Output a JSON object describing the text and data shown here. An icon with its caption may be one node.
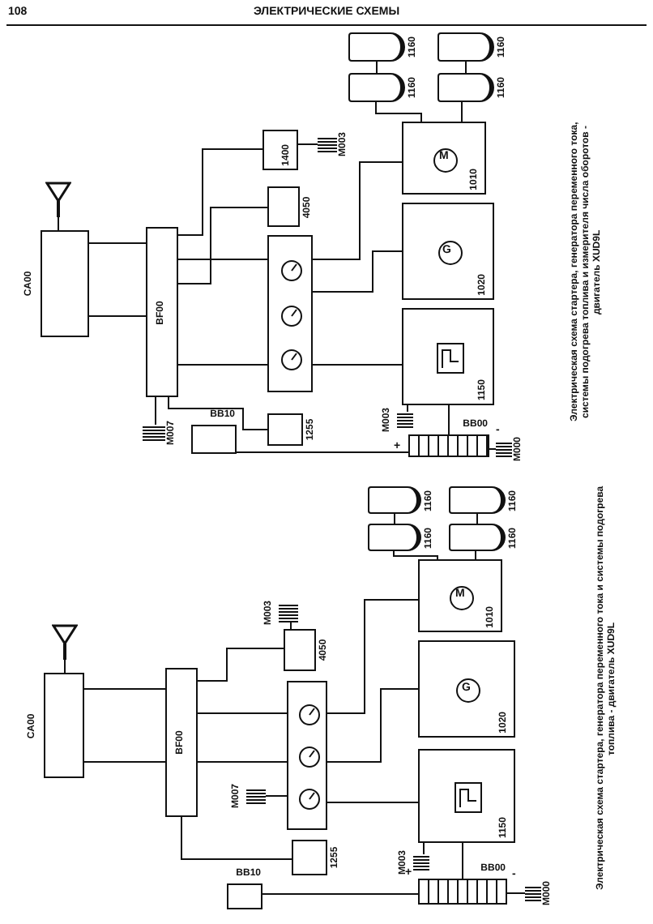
{
  "diagram": {
    "title": "ЭЛЕКТРИЧЕСКИЕ СХЕМЫ",
    "nodes": [
      {
        "text": [
          "CA00"
        ]
      },
      {
        "text": [],
        "shape": "antenna"
      },
      {
        "text": [
          "BF00"
        ]
      },
      {
        "text": [
          "1400"
        ]
      },
      {
        "text": [
          "4050"
        ]
      },
      {
        "text": [],
        "shape": "box"
      },
      {
        "text": [
          "M007"
        ]
      },
      {
        "text": [
          "BB10"
        ]
      },
      {
        "text": [
          "1255"
        ]
      },
      {
        "text": [
          "M003"
        ]
      },
      {
        "text": [
          "1010"
        ]
      },
      {
        "text": [
          "1020"
        ]
      },
      {
        "text": [
          "1150"
        ]
      },
      {
        "text": [
          "M003"
        ]
      },
      {
        "text": [
          "BB00"
        ]
      },
      {
        "text": [
          "M000"
        ]
      },
      {
        "text": [
          "1160"
        ]
      },
      {
        "text": [
          "1160"
        ]
      },
      {
        "text": [
          "1160"
        ]
      },
      {
        "text": [
          "1160"
        ]
      },
      {
        "text": [
          "CA00"
        ]
      },
      {
        "text": [],
        "shape": "antenna"
      },
      {
        "text": [
          "BF00"
        ]
      },
      {
        "text": [
          "M003"
        ]
      },
      {
        "text": [
          "4050"
        ]
      },
      {
        "text": [],
        "shape": "box"
      },
      {
        "text": [
          "M007"
        ]
      },
      {
        "text": [
          "1255"
        ]
      },
      {
        "text": [
          "BB10"
        ]
      },
      {
        "text": [
          "1010"
        ]
      },
      {
        "text": [
          "1020"
        ]
      },
      {
        "text": [
          "1150"
        ]
      },
      {
        "text": [
          "M003"
        ]
      },
      {
        "text": [
          "BB00"
        ]
      },
      {
        "text": [
          "M000"
        ]
      },
      {
        "text": [
          "1160"
        ]
      },
      {
        "text": [
          "1160"
        ]
      },
      {
        "text": [
          "1160"
        ]
      },
      {
        "text": [
          "1160"
        ]
      }
    ],
    "edges": [
      {
        "from": 1,
        "to": 0,
        "arrow": "none"
      },
      {
        "from": 0,
        "to": 2,
        "arrow": "none"
      },
      {
        "from": 0,
        "to": 2,
        "arrow": "none"
      },
      {
        "from": 2,
        "to": 5,
        "arrow": "none"
      },
      {
        "from": 2,
        "to": 5,
        "arrow": "none"
      },
      {
        "from": 2,
        "to": 4,
        "arrow": "none"
      },
      {
        "from": 2,
        "to": 3,
        "arrow": "none"
      },
      {
        "from": 6,
        "to": 2,
        "arrow": "none"
      },
      {
        "from": 2,
        "to": 8,
        "arrow": "none"
      },
      {
        "from": 7,
        "to": 14,
        "arrow": "none"
      },
      {
        "from": 3,
        "to": 9,
        "arrow": "none"
      },
      {
        "from": 5,
        "to": 10,
        "arrow": "none"
      },
      {
        "from": 5,
        "to": 11,
        "arrow": "none"
      },
      {
        "from": 5,
        "to": 12,
        "arrow": "none"
      },
      {
        "from": 12,
        "to": 13,
        "arrow": "none"
      },
      {
        "from": 14,
        "to": 15,
        "arrow": "none"
      },
      {
        "from": 14,
        "to": 12,
        "arrow": "none"
      },
      {
        "from": 16,
        "to": 18,
        "arrow": "none"
      },
      {
        "from": 17,
        "to": 19,
        "arrow": "none"
      },
      {
        "from": 18,
        "to": 10,
        "arrow": "none"
      },
      {
        "from": 19,
        "to": 10,
        "arrow": "none"
      },
      {
        "from": 21,
        "to": 20,
        "arrow": "none"
      },
      {
        "from": 20,
        "to": 22,
        "arrow": "none"
      },
      {
        "from": 20,
        "to": 22,
        "arrow": "none"
      },
      {
        "from": 22,
        "to": 25,
        "arrow": "none"
      },
      {
        "from": 22,
        "to": 25,
        "arrow": "none"
      },
      {
        "from": 22,
        "to": 24,
        "arrow": "none"
      },
      {
        "from": 23,
        "to": 24,
        "arrow": "none"
      },
      {
        "from": 26,
        "to": 25,
        "arrow": "none"
      },
      {
        "from": 22,
        "to": 27,
        "arrow": "none"
      },
      {
        "from": 28,
        "to": 33,
        "arrow": "none"
      },
      {
        "from": 25,
        "to": 29,
        "arrow": "none"
      },
      {
        "from": 25,
        "to": 30,
        "arrow": "none"
      },
      {
        "from": 25,
        "to": 31,
        "arrow": "none"
      },
      {
        "from": 31,
        "to": 32,
        "arrow": "none"
      },
      {
        "from": 33,
        "to": 34,
        "arrow": "none"
      },
      {
        "from": 33,
        "to": 31,
        "arrow": "none"
      },
      {
        "from": 35,
        "to": 37,
        "arrow": "none"
      },
      {
        "from": 36,
        "to": 38,
        "arrow": "none"
      },
      {
        "from": 37,
        "to": 29,
        "arrow": "none"
      },
      {
        "from": 38,
        "to": 29,
        "arrow": "none"
      }
    ],
    "labels": [
      "108",
      "M",
      "G",
      "+",
      "-",
      "M",
      "G",
      "+",
      "-",
      "Электрическая схема стартера, генератора переменного тока, системы подогрева топлива и измерителя числа оборотов - двигатель XUD9L",
      "Электрическая схема стартера, генератора переменного тока и системы подогрева топлива - двигатель XUD9L"
    ]
  }
}
